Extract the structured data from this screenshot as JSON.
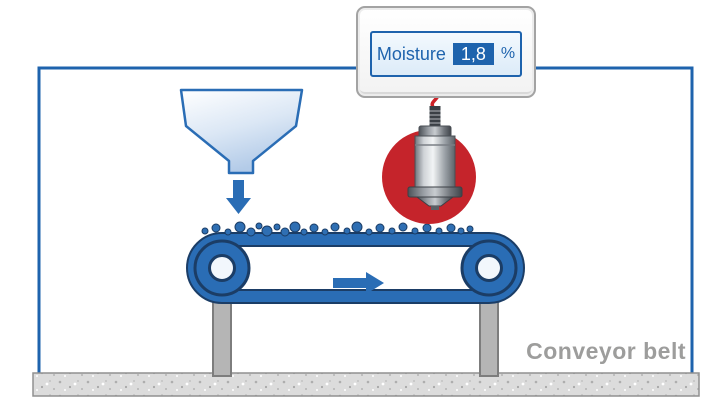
{
  "display": {
    "label": "Moisture",
    "value": "1,8",
    "unit": "%"
  },
  "caption": "Conveyor belt",
  "colors": {
    "accent_blue": "#2a6db5",
    "dark_blue": "#1b3d66",
    "display_blue": "#1e63ad",
    "light_blue_fill": "#bdd2ea",
    "highlight_red": "#c5242b",
    "caption_gray": "#9d9d9c",
    "floor_gray": "#dcdcdc"
  }
}
